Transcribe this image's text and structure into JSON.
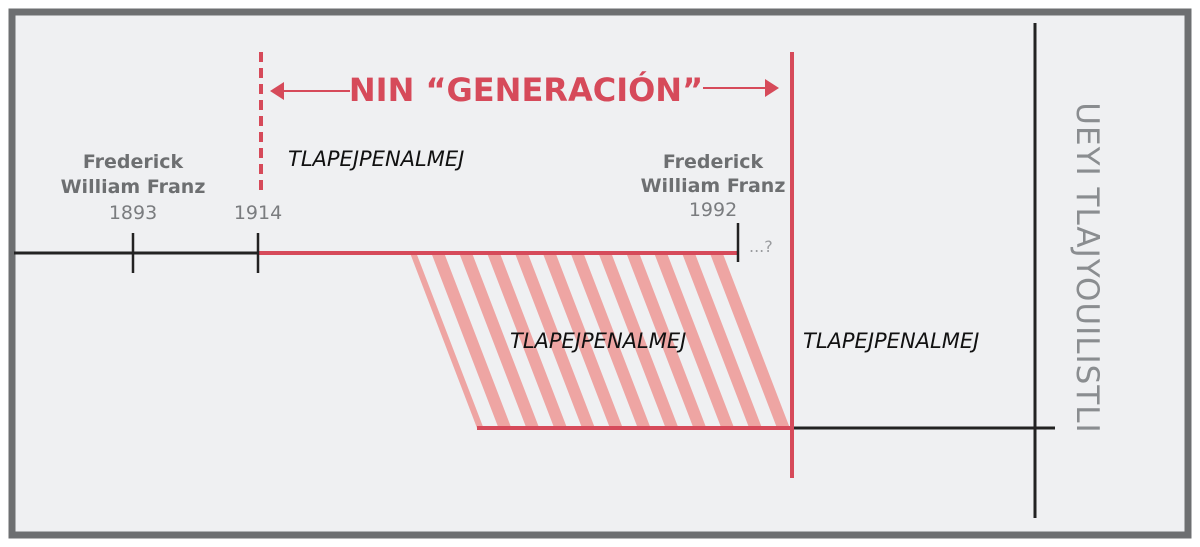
{
  "title": "NIN “GENERACIÓN”",
  "side_label": "UEYI TLAJYOUILISTLI",
  "labels": {
    "group_top": "TLAPEJPENALMEJ",
    "group_hatched": "TLAPEJPENALMEJ",
    "group_right": "TLAPEJPENALMEJ"
  },
  "events": [
    {
      "name_line1": "Frederick",
      "name_line2": "William Franz",
      "year": "1893"
    },
    {
      "year": "1914"
    },
    {
      "name_line1": "Frederick",
      "name_line2": "William Franz",
      "year": "1992"
    }
  ],
  "continuation": "...?",
  "colors": {
    "red": "#d64a5a",
    "hatch": "#eea5a3",
    "frame": "#6d6f71",
    "bg": "#eff0f2",
    "line": "#222222"
  }
}
